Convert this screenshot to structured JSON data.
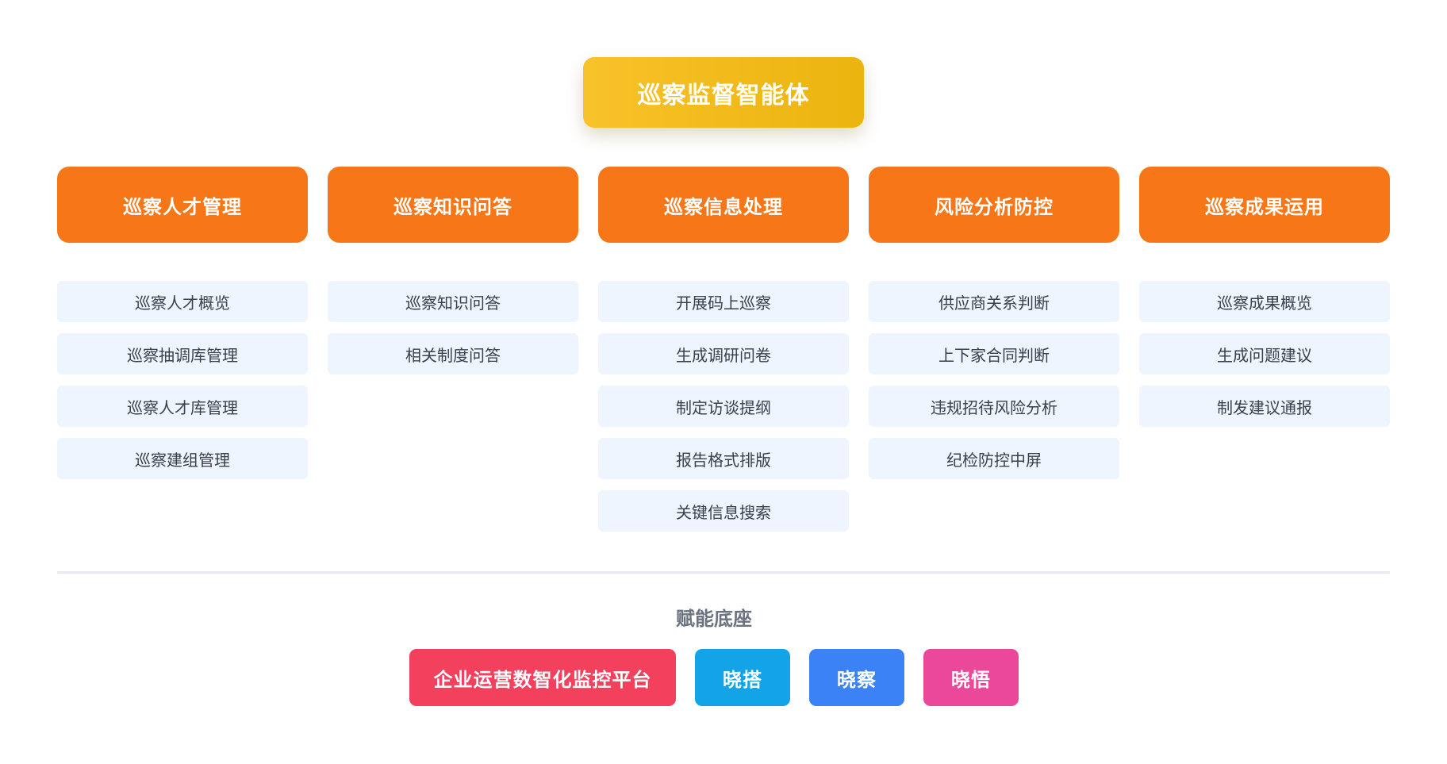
{
  "top_node": {
    "label": "巡察监督智能体",
    "color": "#f5bb1e"
  },
  "categories": [
    {
      "label": "巡察人才管理",
      "items": [
        "巡察人才概览",
        "巡察抽调库管理",
        "巡察人才库管理",
        "巡察建组管理"
      ]
    },
    {
      "label": "巡察知识问答",
      "items": [
        "巡察知识问答",
        "相关制度问答"
      ]
    },
    {
      "label": "巡察信息处理",
      "items": [
        "开展码上巡察",
        "生成调研问卷",
        "制定访谈提纲",
        "报告格式排版",
        "关键信息搜索"
      ]
    },
    {
      "label": "风险分析防控",
      "items": [
        "供应商关系判断",
        "上下家合同判断",
        "违规招待风险分析",
        "纪检防控中屏"
      ]
    },
    {
      "label": "巡察成果运用",
      "items": [
        "巡察成果概览",
        "生成问题建议",
        "制发建议通报"
      ]
    }
  ],
  "category_color": "#f77617",
  "item_background": "#eef5fe",
  "foundation": {
    "title": "赋能底座",
    "items": [
      {
        "label": "企业运营数智化监控平台",
        "color": "#f2405d"
      },
      {
        "label": "晓搭",
        "color": "#12a4e6"
      },
      {
        "label": "晓察",
        "color": "#3b82f6"
      },
      {
        "label": "晓悟",
        "color": "#ec4899"
      }
    ]
  }
}
